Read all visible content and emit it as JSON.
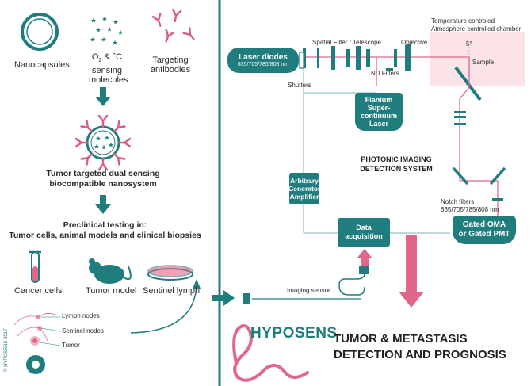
{
  "left_panel": {
    "components": {
      "nanocapsules": "Nanocapsules",
      "sensing_line1_prefix": "O",
      "sensing_line1_sub": "2",
      "sensing_line1_suffix": " & °C",
      "sensing_line2": "sensing",
      "sensing_line3": "molecules",
      "targeting_line1": "Targeting",
      "targeting_line2": "antibodies"
    },
    "nanosystem_line1": "Tumor targeted dual sensing",
    "nanosystem_line2": "biocompatible nanosystem",
    "preclinical_line1": "Preclinical testing in:",
    "preclinical_line2": "Tumor cells, animal models and clinical biopsies",
    "models": {
      "cancer_cells": "Cancer cells",
      "tumor_model": "Tumor model",
      "sentinel_lymph": "Sentinel lymph"
    },
    "anatomy": {
      "lymph_nodes": "Lymph nodes",
      "sentinel_nodes": "Sentinel nodes",
      "tumor": "Tumor"
    },
    "copyright": "© HYPOSENS 2017"
  },
  "right_panel": {
    "laser_diodes_title": "Laser diodes",
    "laser_diodes_wavelengths": "635/705/785/808 nm",
    "spatial_filter": "Spatial Filter / Telescope",
    "objective": "Objective",
    "chamber_line1": "Temperature controled",
    "chamber_line2": "Atmosphere controlled chamber",
    "angle": "5°",
    "sample": "Sample",
    "shutters": "Shutters",
    "nd_filters": "ND Filters",
    "fianium_line1": "Fianium",
    "fianium_line2": "Super-",
    "fianium_line3": "continuum",
    "fianium_line4": "Laser",
    "photonic_line1": "PHOTONIC IMAGING",
    "photonic_line2": "DETECTION SYSTEM",
    "arb_line1": "Arbitrary",
    "arb_line2": "Generator",
    "arb_line3": "Amplifier",
    "notch_line1": "Notch filters",
    "notch_line2": "635/705/785/808 nm",
    "daq_line1": "Data",
    "daq_line2": "acquisition",
    "gated_line1": "Gated OMA",
    "gated_line2": "or Gated PMT",
    "imaging_sensor": "Imaging sensor",
    "brand": "HYPOSENS",
    "outcome_line1": "TUMOR & METASTASIS",
    "outcome_line2": "DETECTION AND PROGNOSIS"
  },
  "colors": {
    "teal": "#1f7d7d",
    "pink": "#e0668a",
    "light_pink": "#fbe3e8",
    "text": "#2b2b2b"
  }
}
